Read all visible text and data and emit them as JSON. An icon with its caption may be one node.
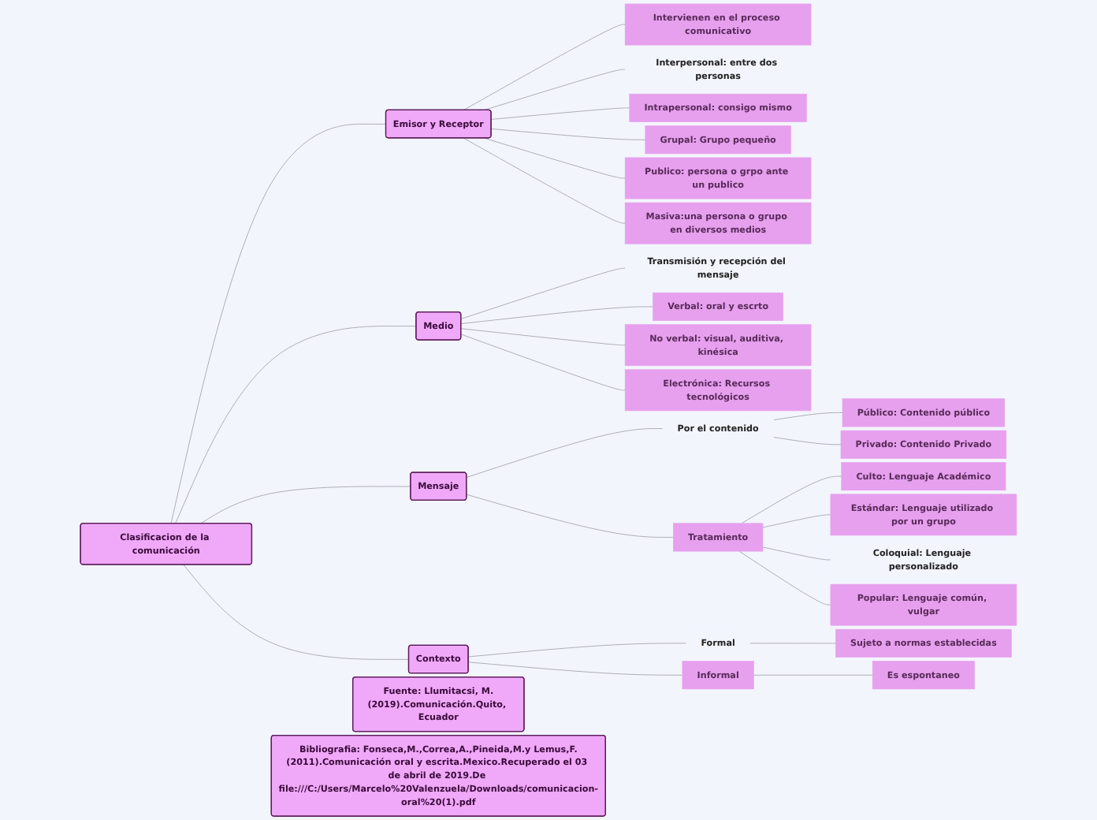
{
  "diagram": {
    "nodes": [
      {
        "text": [
          "Clasificacion de la comunicación"
        ]
      },
      {
        "text": [
          "Emisor y Receptor"
        ]
      },
      {
        "text": [
          "Intervienen en el proceso comunicativo"
        ]
      },
      {
        "text": [
          "Interpersonal: entre dos personas"
        ]
      },
      {
        "text": [
          "Intrapersonal: consigo mismo"
        ]
      },
      {
        "text": [
          "Grupal: Grupo pequeño"
        ]
      },
      {
        "text": [
          "Publico: persona o grpo ante un publico"
        ]
      },
      {
        "text": [
          "Masiva:una persona o grupo en diversos medios"
        ]
      },
      {
        "text": [
          "Medio"
        ]
      },
      {
        "text": [
          "Transmisión y recepción del mensaje"
        ]
      },
      {
        "text": [
          "Verbal: oral y escrto"
        ]
      },
      {
        "text": [
          "No verbal: visual, auditiva, kinésica"
        ]
      },
      {
        "text": [
          "Electrónica: Recursos tecnológicos"
        ]
      },
      {
        "text": [
          "Mensaje"
        ]
      },
      {
        "text": [
          "Por el contenido"
        ]
      },
      {
        "text": [
          "Público: Contenido público"
        ]
      },
      {
        "text": [
          "Privado: Contenido Privado"
        ]
      },
      {
        "text": [
          "Tratamiento"
        ]
      },
      {
        "text": [
          "Culto: Lenguaje Académico"
        ]
      },
      {
        "text": [
          "Estándar: Lenguaje utilizado por un grupo"
        ]
      },
      {
        "text": [
          "Coloquial: Lenguaje personalizado"
        ]
      },
      {
        "text": [
          "Popular: Lenguaje común, vulgar"
        ]
      },
      {
        "text": [
          "Contexto"
        ]
      },
      {
        "text": [
          "Formal"
        ]
      },
      {
        "text": [
          "Sujeto a normas establecidas"
        ]
      },
      {
        "text": [
          "Informal"
        ]
      },
      {
        "text": [
          "Es espontaneo"
        ]
      },
      {
        "text": [
          "Fuente: Llumitacsi, M.(2019).Comunicación.Quito, Ecuador"
        ]
      },
      {
        "text": [
          "Bibliografia: Fonseca,M.,Correa,A.,Pineida,M.y Lemus,F.(2011).Comunicación oral y escrita.Mexico.Recuperado el 03 de abril de 2019.De file:///C:/Users/Marcelo%20Valenzuela/Downloads/comunicacion-oral%20(1).pdf"
        ]
      }
    ],
    "edges": [
      {
        "from": 0,
        "to": 1,
        "arrow": "none"
      },
      {
        "from": 1,
        "to": 2,
        "arrow": "none"
      },
      {
        "from": 1,
        "to": 3,
        "arrow": "none"
      },
      {
        "from": 1,
        "to": 4,
        "arrow": "none"
      },
      {
        "from": 1,
        "to": 5,
        "arrow": "none"
      },
      {
        "from": 1,
        "to": 6,
        "arrow": "none"
      },
      {
        "from": 1,
        "to": 7,
        "arrow": "none"
      },
      {
        "from": 0,
        "to": 8,
        "arrow": "none"
      },
      {
        "from": 8,
        "to": 9,
        "arrow": "none"
      },
      {
        "from": 8,
        "to": 10,
        "arrow": "none"
      },
      {
        "from": 8,
        "to": 11,
        "arrow": "none"
      },
      {
        "from": 8,
        "to": 12,
        "arrow": "none"
      },
      {
        "from": 0,
        "to": 13,
        "arrow": "none"
      },
      {
        "from": 13,
        "to": 14,
        "arrow": "none"
      },
      {
        "from": 14,
        "to": 15,
        "arrow": "none"
      },
      {
        "from": 14,
        "to": 16,
        "arrow": "none"
      },
      {
        "from": 13,
        "to": 17,
        "arrow": "none"
      },
      {
        "from": 17,
        "to": 18,
        "arrow": "none"
      },
      {
        "from": 17,
        "to": 19,
        "arrow": "none"
      },
      {
        "from": 17,
        "to": 20,
        "arrow": "none"
      },
      {
        "from": 17,
        "to": 21,
        "arrow": "none"
      },
      {
        "from": 0,
        "to": 22,
        "arrow": "none"
      },
      {
        "from": 22,
        "to": 23,
        "arrow": "none"
      },
      {
        "from": 23,
        "to": 24,
        "arrow": "none"
      },
      {
        "from": 22,
        "to": 25,
        "arrow": "none"
      },
      {
        "from": 25,
        "to": 26,
        "arrow": "none"
      }
    ]
  }
}
